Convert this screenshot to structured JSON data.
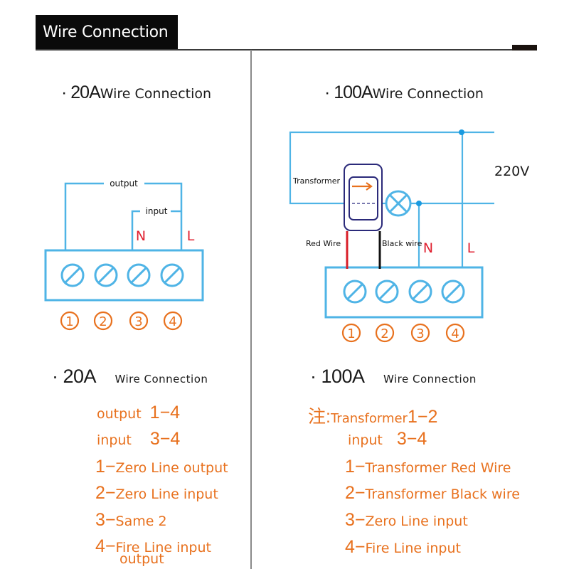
{
  "header": {
    "title": "Wire Connection"
  },
  "section_20a": {
    "heading_amp": "· 20A",
    "heading_label": "Wire Connection",
    "diagram": {
      "output_label": "output",
      "input_label": "input",
      "n_label": "N",
      "l_label": "L",
      "terminals": [
        "1",
        "2",
        "3",
        "4"
      ]
    },
    "notes_amp": "· 20A",
    "notes_label": "Wire Connection",
    "notes": [
      {
        "prefix": "output",
        "value": "1−4"
      },
      {
        "prefix": "input",
        "value": "3−4"
      },
      {
        "num": "1−",
        "text": "Zero Line  output"
      },
      {
        "num": "2−",
        "text": "Zero Line  input"
      },
      {
        "num": "3−",
        "text": "Same 2"
      },
      {
        "num": "4−",
        "text": "Fire Line input",
        "text2": "output"
      }
    ]
  },
  "section_100a": {
    "heading_amp": "· 100A",
    "heading_label": "Wire Connection",
    "diagram": {
      "transformer_label": "Transformer",
      "red_wire_label": "Red Wire",
      "black_wire_label": "Black wire",
      "n_label": "N",
      "l_label": "L",
      "voltage_label": "220V",
      "terminals": [
        "1",
        "2",
        "3",
        "4"
      ]
    },
    "notes_amp": "· 100A",
    "notes_label": "Wire Connection",
    "note_marker": "注:",
    "notes": [
      {
        "prefix": "Transformer",
        "value": "1−2"
      },
      {
        "prefix": "input",
        "value": "3−4"
      },
      {
        "num": "1−",
        "text": "Transformer Red Wire"
      },
      {
        "num": "2−",
        "text": "Transformer Black wire"
      },
      {
        "num": "3−",
        "text": "Zero Line  input"
      },
      {
        "num": "4−",
        "text": "Fire Line input"
      }
    ]
  },
  "colors": {
    "wire_blue": "#4fb4e6",
    "terminal_orange": "#e8711e",
    "label_red": "#e02030",
    "transformer_navy": "#2b2a7a",
    "red_wire": "#d81e28",
    "black_wire": "#111111"
  }
}
